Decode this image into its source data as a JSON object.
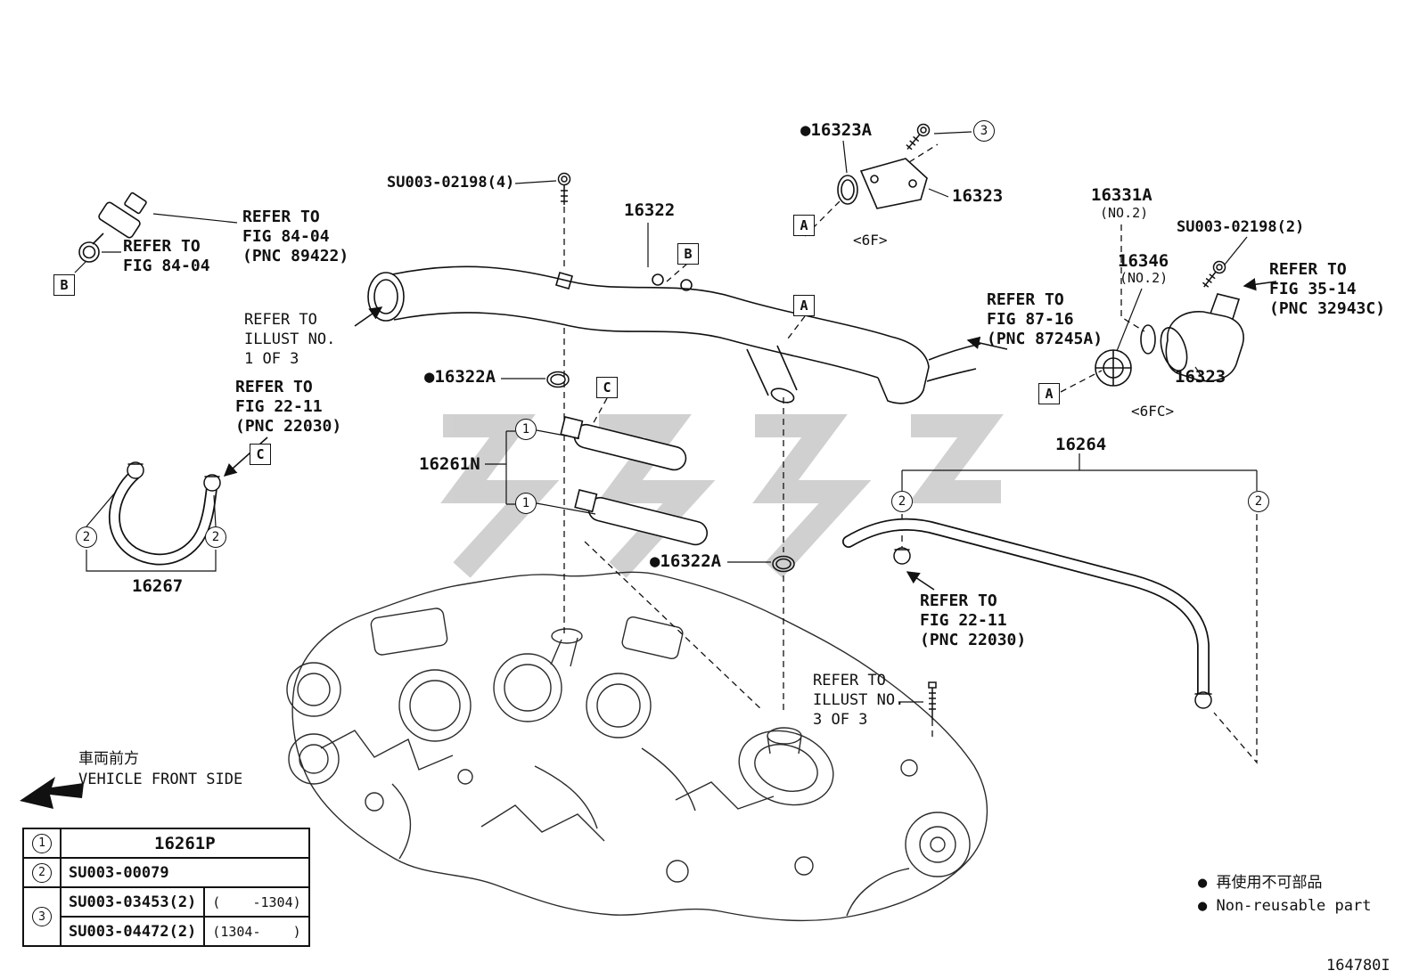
{
  "meta": {
    "doc_code": "164780I"
  },
  "front_note": {
    "jp": "車両前方",
    "en": "VEHICLE FRONT SIDE"
  },
  "nonreusable": {
    "jp": "● 再使用不可部品",
    "en": "● Non-reusable part"
  },
  "markers": {
    "a": "A",
    "b": "B",
    "c": "C",
    "n1": "1",
    "n2": "2",
    "n3": "3"
  },
  "labels": {
    "p16322": "16322",
    "p16323_top": "16323",
    "p16323_right": "16323",
    "p16323a": "●16323A",
    "p16331a": "16331A",
    "p16331a_sub": "(NO.2)",
    "p16346": "16346",
    "p16346_sub": "(NO.2)",
    "p16264": "16264",
    "p16261n": "16261N",
    "p16267": "16267",
    "p16322a_upper": "●16322A",
    "p16322a_lower": "●16322A",
    "su003_02198_4": "SU003-02198(4)",
    "su003_02198_2": "SU003-02198(2)",
    "tag_6f": "<6F>",
    "tag_6fc": "<6FC>"
  },
  "refs": {
    "fig84_inner": "REFER TO\nFIG 84-04",
    "fig84_outer": "REFER TO\nFIG 84-04\n(PNC 89422)",
    "illust1": "REFER TO\nILLUST NO.\n1 OF 3",
    "fig22_left": "REFER TO\nFIG 22-11\n(PNC 22030)",
    "fig87": "REFER TO\nFIG 87-16\n(PNC 87245A)",
    "fig35": "REFER TO\nFIG 35-14\n(PNC 32943C)",
    "fig22_right": "REFER TO\nFIG 22-11\n(PNC 22030)",
    "illust3": "REFER TO\nILLUST NO.\n3 OF 3"
  },
  "legend_table": {
    "r1_num": "1",
    "r1_part": "16261P",
    "r2_num": "2",
    "r2_part": "SU003-00079",
    "r3_num": "3",
    "r3_part": "SU003-03453(2)",
    "r3_range": "(    -1304)",
    "r4_part": "SU003-04472(2)",
    "r4_range": "(1304-    )"
  }
}
